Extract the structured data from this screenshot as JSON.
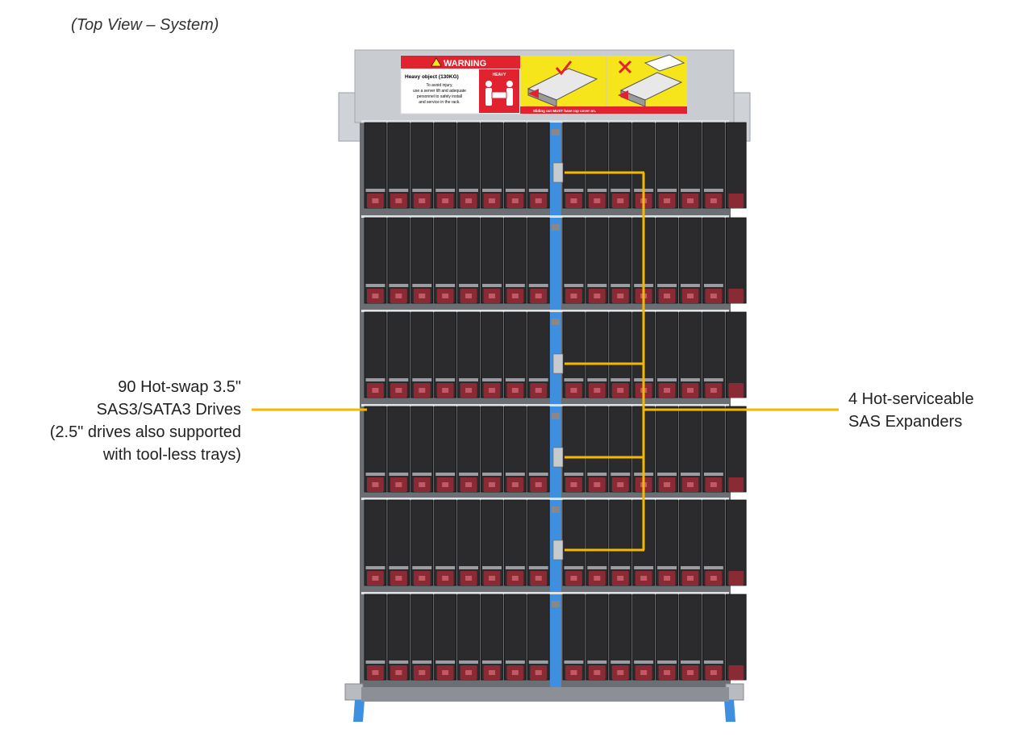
{
  "caption": "(Top View – System)",
  "warning_label": {
    "title": "WARNING",
    "heading": "Heavy object (130KG)",
    "body": [
      "To avoid injury,",
      "use a server lift and adequate",
      "personnel to safely install",
      "and service in the rack."
    ],
    "heavy_tag": "HEAVY",
    "footer": "Sliding out MUST have top cover on."
  },
  "callouts": {
    "drives": [
      "90 Hot-swap 3.5\"",
      "SAS3/SATA3 Drives",
      "(2.5\" drives also supported",
      "with tool-less trays)"
    ],
    "expanders": [
      "4 Hot-serviceable",
      "SAS Expanders"
    ]
  },
  "colors": {
    "callout_line": "#f5b800",
    "drive_body": "#2b2b2d",
    "drive_latch": "#8a2a35",
    "separator_blue": "#3f8fe0",
    "warning_red": "#e0232f",
    "warning_yellow": "#f6e51a"
  }
}
